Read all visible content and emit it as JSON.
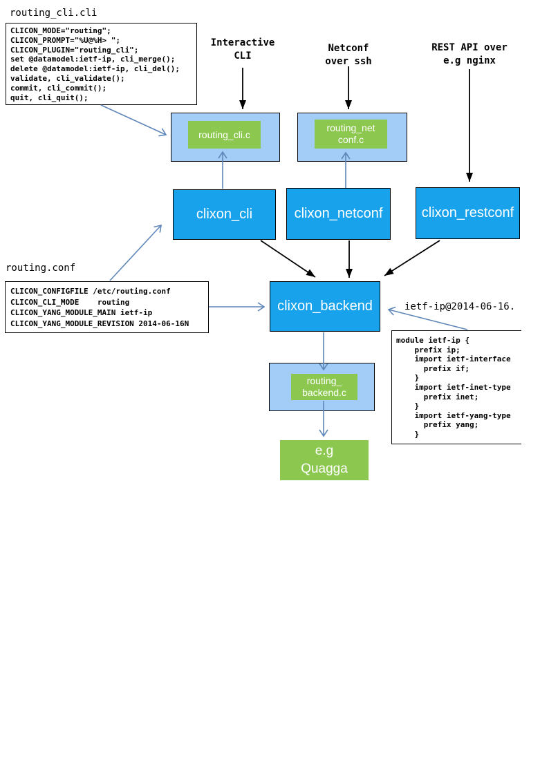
{
  "titles": {
    "routing_cli_file": "routing_cli.cli",
    "routing_conf_file": "routing.conf",
    "yang_file_label": "ietf-ip@2014-06-16."
  },
  "entry_points": {
    "interactive_cli": [
      "Interactive",
      "CLI"
    ],
    "netconf_ssh": [
      "Netconf",
      "over ssh"
    ],
    "rest_api": [
      "REST API over",
      "e.g nginx"
    ]
  },
  "code": {
    "routing_cli_cli": [
      "CLICON_MODE=\"routing\";",
      "CLICON_PROMPT=\"%U@%H> \";",
      "CLICON_PLUGIN=\"routing_cli\";",
      "set @datamodel:ietf-ip, cli_merge();",
      "delete @datamodel:ietf-ip, cli_del();",
      "validate, cli_validate();",
      "commit, cli_commit();",
      "quit, cli_quit();"
    ],
    "routing_conf": [
      "CLICON_CONFIGFILE /etc/routing.conf",
      "CLICON_CLI_MODE    routing",
      "CLICON_YANG_MODULE_MAIN ietf-ip",
      "CLICON_YANG_MODULE_REVISION 2014-06-16N"
    ],
    "yang_module": [
      "module ietf-ip {",
      "    prefix ip;",
      "    import ietf-interface",
      "      prefix if;",
      "    }",
      "    import ietf-inet-type",
      "      prefix inet;",
      "    }",
      "    import ietf-yang-type",
      "      prefix yang;",
      "    }"
    ]
  },
  "nodes": {
    "clixon_cli": "clixon_cli",
    "clixon_netconf": "clixon_netconf",
    "clixon_restconf": "clixon_restconf",
    "clixon_backend": "clixon_backend",
    "plugin_cli": [
      "routing_cli.c"
    ],
    "plugin_netconf": [
      "routing_net",
      "conf.c"
    ],
    "plugin_backend": [
      "routing_",
      "backend.c"
    ],
    "quagga": [
      "e.g",
      "Quagga"
    ]
  },
  "colors": {
    "node_blue": "#18A2EC",
    "container_light_blue": "#A3CDF6",
    "plugin_green": "#8CC850",
    "arrow_blue": "#5E86B8",
    "arrow_black": "#000000",
    "box_border": "#000000",
    "node_text": "#FFFFFF",
    "code_text": "#000000"
  }
}
